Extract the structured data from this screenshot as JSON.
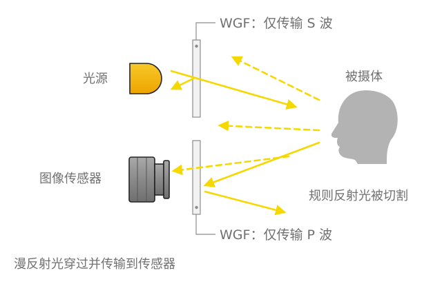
{
  "labels": {
    "wgf_top": "WGF：仅传输 S 波",
    "wgf_bottom": "WGF：仅传输 P 波",
    "light_source": "光源",
    "image_sensor": "图像传感器",
    "subject": "被摄体",
    "regular_reflection_cut": "规则反射光被切割",
    "diffuse_reflection": "漫反射光穿过并传输到传感器"
  },
  "colors": {
    "ray": "#f5d800",
    "filter_fill": "#f2f2f2",
    "filter_stroke": "#8c8c8c",
    "head": "#b3b3b3",
    "lamp_top": "#f6c21a",
    "lamp_bottom": "#eea600",
    "camera_body": "#8f8f8f",
    "label": "#707070"
  },
  "icons": {
    "light_source": "lamp-icon",
    "image_sensor": "camera-lens-icon",
    "subject": "head-silhouette-icon",
    "filters": "polarizing-filter-icon"
  }
}
